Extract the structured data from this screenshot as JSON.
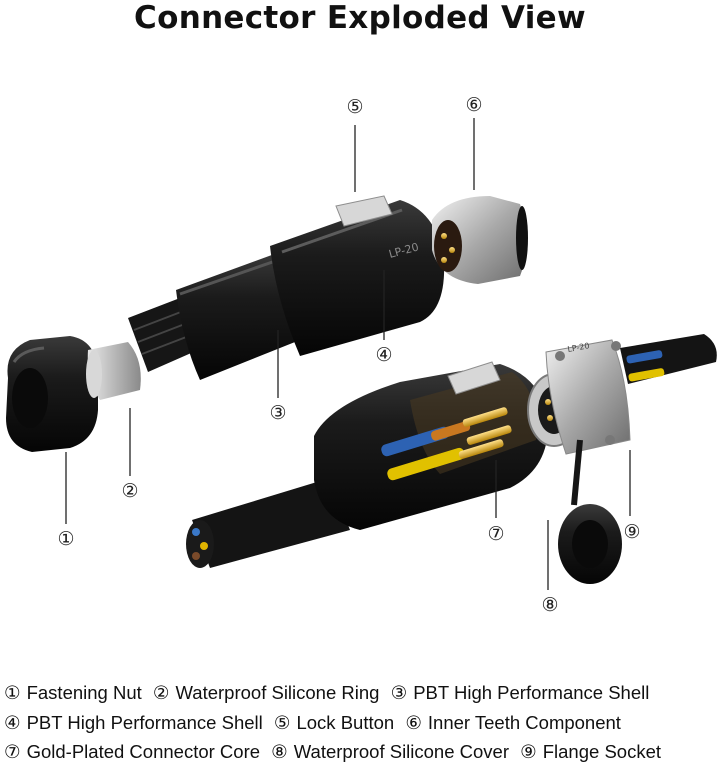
{
  "title": "Connector Exploded View",
  "callouts": [
    "⑤",
    "⑥",
    "④",
    "③",
    "②",
    "①",
    "⑦",
    "⑨",
    "⑧"
  ],
  "shell_marking": "LP-20",
  "flange_marking": "LP-20",
  "legend": [
    [
      {
        "num": "①",
        "label": "Fastening Nut"
      },
      {
        "num": "②",
        "label": "Waterproof Silicone Ring"
      },
      {
        "num": "③",
        "label": "PBT High Performance Shell"
      }
    ],
    [
      {
        "num": "④",
        "label": "PBT High Performance Shell"
      },
      {
        "num": "⑤",
        "label": "Lock Button"
      },
      {
        "num": "⑥",
        "label": "Inner Teeth Component"
      }
    ],
    [
      {
        "num": "⑦",
        "label": "Gold-Plated Connector Core"
      },
      {
        "num": "⑧",
        "label": "Waterproof Silicone Cover"
      },
      {
        "num": "⑨",
        "label": "Flange Socket"
      }
    ]
  ]
}
